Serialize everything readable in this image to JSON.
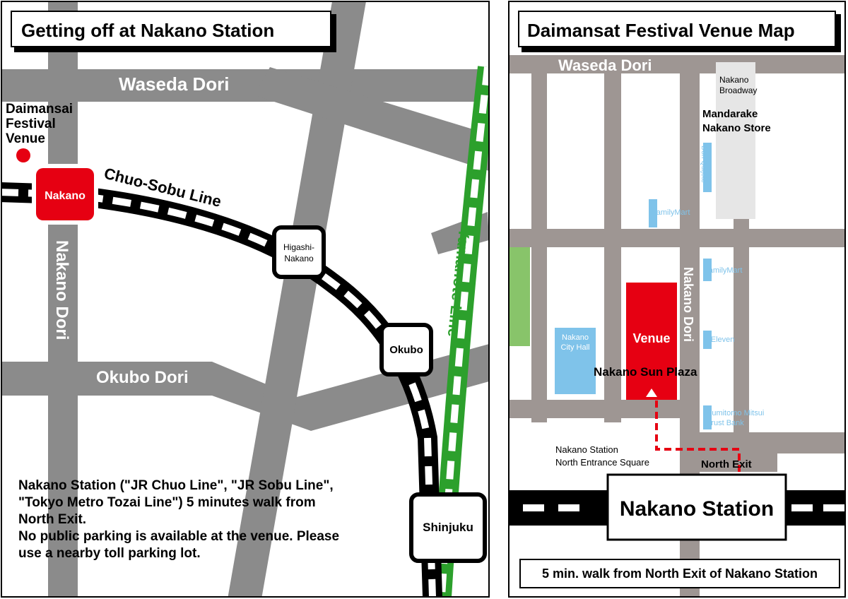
{
  "left_map": {
    "title": "Getting off at Nakano Station",
    "roads": {
      "waseda": "Waseda Dori",
      "okubo": "Okubo Dori",
      "nakano": "Nakano Dori"
    },
    "venue_label": [
      "Daimansai",
      "Festival",
      "Venue"
    ],
    "lines": {
      "chuo_sobu": "Chuo-Sobu Line",
      "yamanote": "Yamanote Line"
    },
    "stations": {
      "nakano": "Nakano",
      "higashi_nakano": [
        "Higashi-",
        "Nakano"
      ],
      "okubo": "Okubo",
      "shinjuku": "Shinjuku"
    },
    "info": [
      "Nakano Station (\"JR Chuo Line\", \"JR Sobu Line\",",
      "\"Tokyo Metro Tozai Line\") 5 minutes walk from",
      "North Exit.",
      "No public parking is available at the venue. Please",
      "use a nearby toll parking lot."
    ]
  },
  "right_map": {
    "title": "Daimansat Festival Venue Map",
    "roads": {
      "waseda": "Waseda Dori",
      "nakano": "Nakano Dori"
    },
    "landmarks": {
      "broadway": [
        "Nakano",
        "Broadway"
      ],
      "mandarake": [
        "Mandarake",
        "Nakano Store"
      ],
      "don_quijote": "Don Quijote",
      "familymart_1": "FamilyMart",
      "familymart_2": "FamilyMart",
      "seven_eleven": "7-Eleven",
      "city_hall": [
        "Nakano",
        "City Hall"
      ],
      "venue": "Venue",
      "sun_plaza": "Nakano Sun Plaza",
      "sumitomo": [
        "Sumitomo Mitsui",
        "Trust Bank"
      ],
      "north_square": [
        "Nakano Station",
        "North Entrance Square"
      ],
      "north_exit": "North Exit",
      "station": "Nakano Station"
    },
    "footer": "5 min. walk from North Exit of Nakano Station"
  },
  "colors": {
    "road": "#8b8b8b",
    "road_right": "#9e9693",
    "venue_red": "#e60012",
    "yamanote_green": "#2ca02c",
    "shop_blue": "#7fc3ea",
    "park_green": "#88c46a",
    "building_gray": "#e6e6e6"
  }
}
